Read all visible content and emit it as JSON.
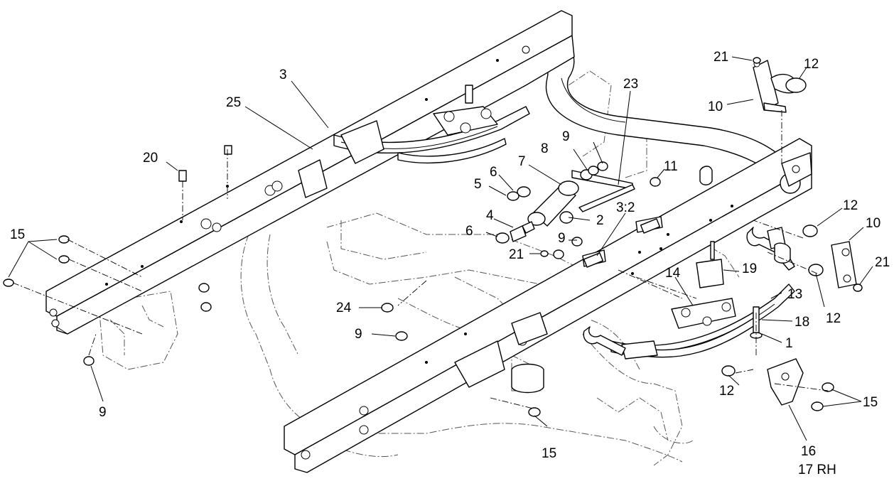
{
  "callouts": {
    "c3": "3",
    "c25": "25",
    "c20": "20",
    "c15a": "15",
    "c9a": "9",
    "c23": "23",
    "c9b": "9",
    "c8": "8",
    "c7": "7",
    "c6a": "6",
    "c5": "5",
    "c4": "4",
    "c6b": "6",
    "c2": "2",
    "c9c": "9",
    "c21a": "21",
    "c32": "3:2",
    "c11": "11",
    "c24": "24",
    "c9d": "9",
    "c15b": "15",
    "c21b": "21",
    "c12a": "12",
    "c10a": "10",
    "c12b": "12",
    "c10b": "10",
    "c21c": "21",
    "c12c": "12",
    "c14": "14",
    "c19": "19",
    "c13": "13",
    "c18": "18",
    "c1": "1",
    "c12d": "12",
    "c15c": "15",
    "c16": "16",
    "c17": "17 RH"
  }
}
